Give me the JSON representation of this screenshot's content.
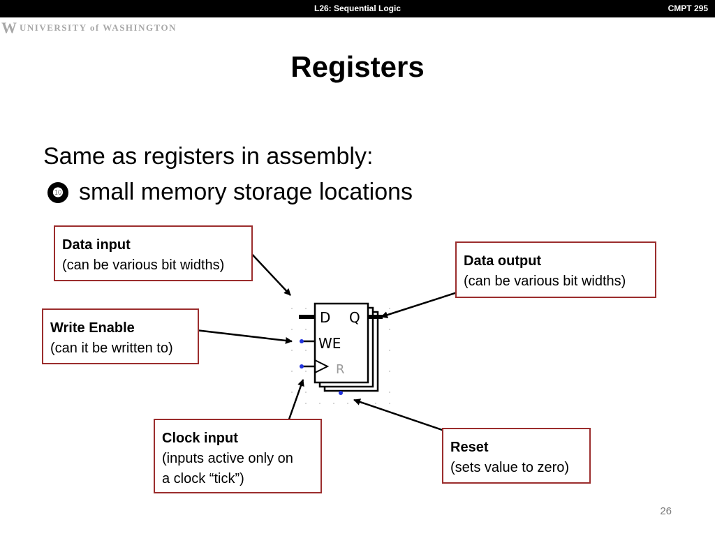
{
  "header": {
    "lecture": "L26: Sequential Logic",
    "course": "CMPT 295"
  },
  "logo": {
    "mark": "W",
    "text": "UNIVERSITY of WASHINGTON"
  },
  "title": "Registers",
  "bullets": [
    {
      "text": "Same as registers in assembly:"
    },
    {
      "marker": "❿",
      "text": "small memory storage locations"
    }
  ],
  "callouts": {
    "data_input": {
      "title": "Data input",
      "subtitle": "(can be various bit widths)"
    },
    "write_enable": {
      "title": "Write Enable",
      "subtitle": "(can it be written to)"
    },
    "clock_input": {
      "title": "Clock input",
      "subtitle_line1": "(inputs active only on",
      "subtitle_line2": "a clock “tick”)"
    },
    "data_output": {
      "title": "Data output",
      "subtitle": "(can be various bit widths)"
    },
    "reset": {
      "title": "Reset",
      "subtitle": "(sets value to zero)"
    }
  },
  "register_symbol": {
    "d": "D",
    "q": "Q",
    "we": "WE",
    "r": "R"
  },
  "page_number": "26"
}
